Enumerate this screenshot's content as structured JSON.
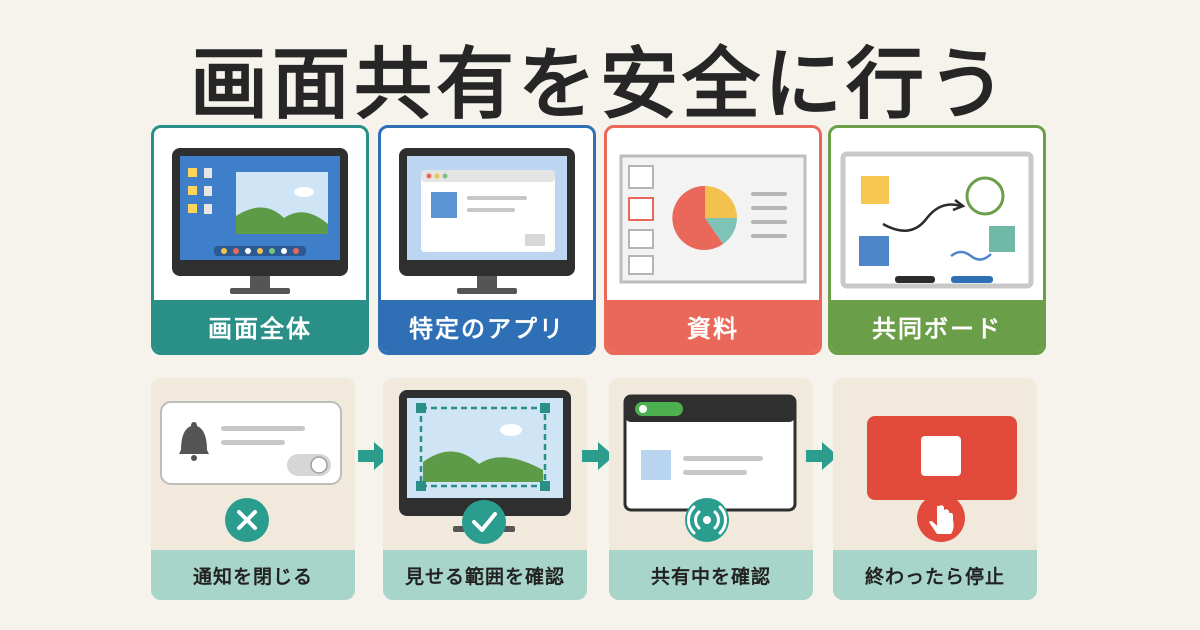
{
  "title": "画面共有を安全に行う",
  "share_options": [
    {
      "label": "画面全体",
      "color": "#2a8f87",
      "icon": "full-screen-monitor-icon"
    },
    {
      "label": "特定のアプリ",
      "color": "#2e6fb6",
      "icon": "app-window-monitor-icon"
    },
    {
      "label": "資料",
      "color": "#e9685a",
      "icon": "presentation-document-icon"
    },
    {
      "label": "共同ボード",
      "color": "#6b9e48",
      "icon": "whiteboard-icon"
    }
  ],
  "steps": [
    {
      "label": "通知を閉じる",
      "icon": "notification-off-icon"
    },
    {
      "label": "見せる範囲を確認",
      "icon": "selection-check-icon"
    },
    {
      "label": "共有中を確認",
      "icon": "sharing-broadcast-icon"
    },
    {
      "label": "終わったら停止",
      "icon": "stop-button-icon"
    }
  ],
  "colors": {
    "teal": "#2a9d8f",
    "step_label_bg": "#a8d5c9",
    "background": "#f6f3ec"
  }
}
